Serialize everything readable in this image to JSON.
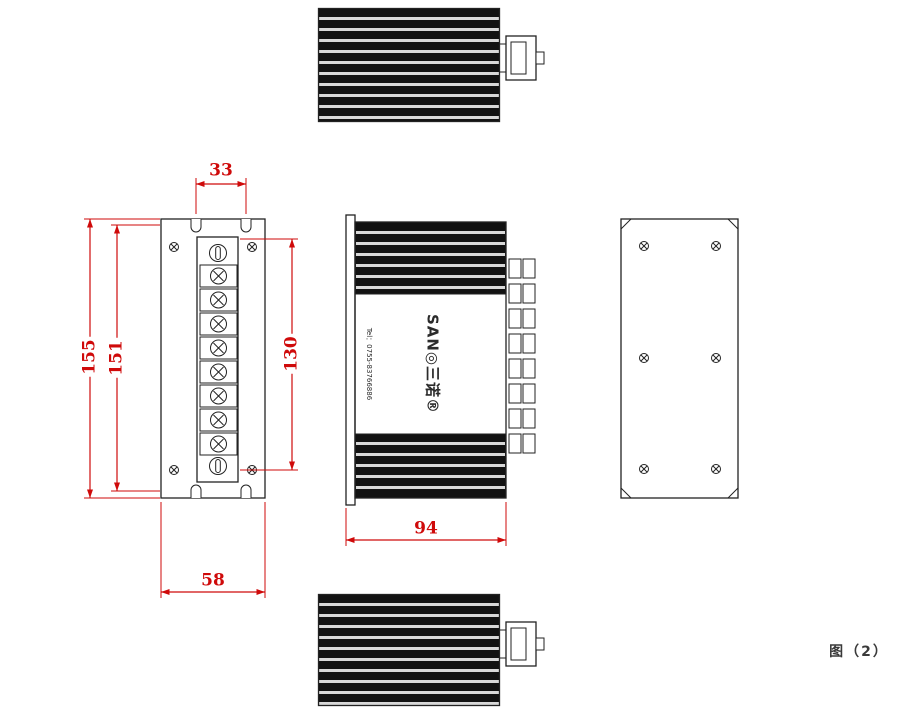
{
  "figure": {
    "label": "图（2）"
  },
  "dimensions": {
    "notch_spacing": "33",
    "overall_height": "155",
    "mounting_height": "151",
    "terminal_block_height": "130",
    "panel_width": "58",
    "body_depth": "94"
  },
  "labels": {
    "brand": "SAN◎三诺®",
    "tel": "Tel：0755-83766886"
  },
  "colors": {
    "dimension_red": "#cf0a0a",
    "line_dark": "#222222",
    "fin_black": "#121212"
  }
}
